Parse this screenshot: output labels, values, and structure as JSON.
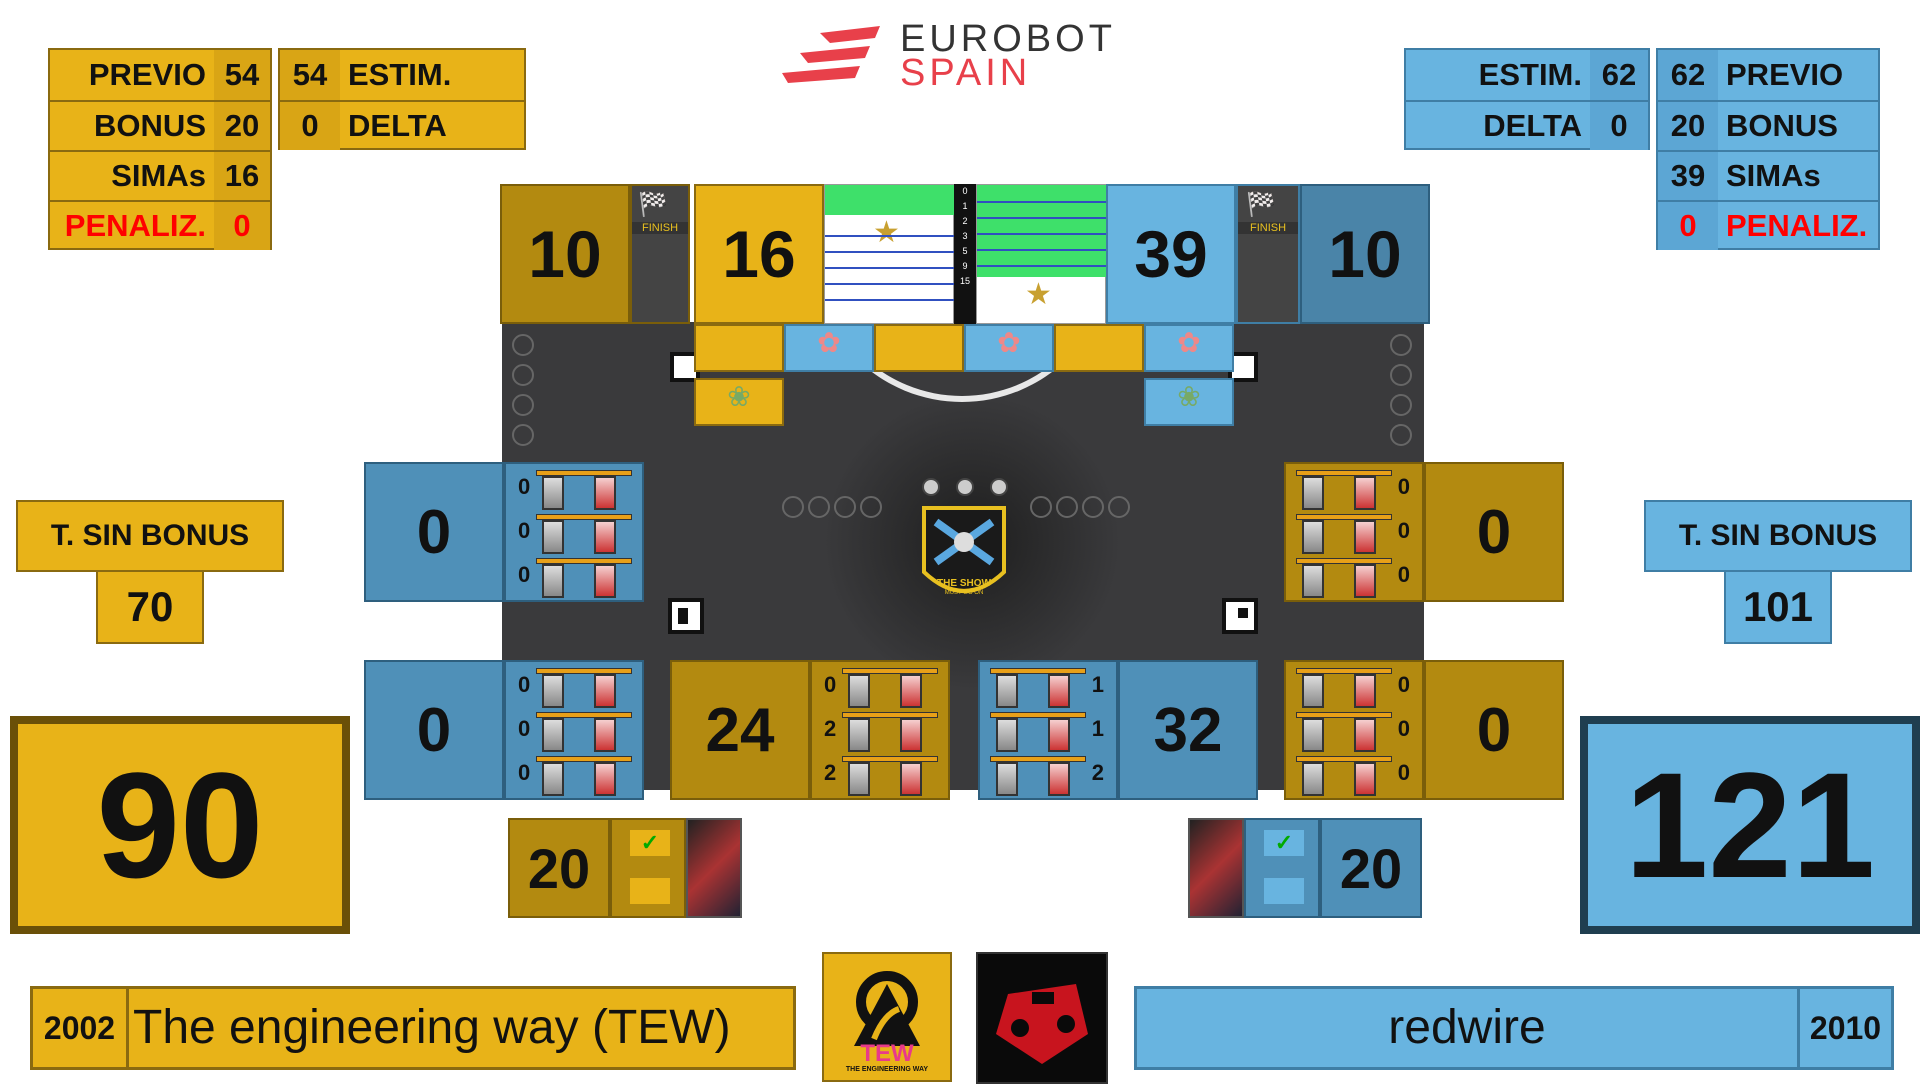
{
  "logo": {
    "line1": "EUROBOT",
    "line2": "SPAIN"
  },
  "yellow": {
    "previo_label": "PREVIO",
    "previo": "54",
    "estim": "54",
    "estim_label": "ESTIM.",
    "bonus_label": "BONUS",
    "bonus": "20",
    "delta": "0",
    "delta_label": "DELTA",
    "simas_label": "SIMAs",
    "simas": "16",
    "penaliz_label": "PENALIZ.",
    "penaliz": "0",
    "sin_bonus_label": "T. SIN BONUS",
    "sin_bonus": "70",
    "total": "90",
    "finish_score": "10",
    "finish_label": "FINISH",
    "simas_score": "16",
    "zone_left_top": "0",
    "zone_left_bottom": "0",
    "zone_center": "24",
    "zone_right_top": "0",
    "zone_right_bottom": "0",
    "banner_score": "20",
    "banner_check": "✓",
    "team_year": "2002",
    "team_name": "The engineering way (TEW)",
    "team_logo_text": "TEW",
    "team_logo_sub": "THE ENGINEERING WAY",
    "racks_left_top": [
      "0",
      "0",
      "0"
    ],
    "racks_left_bottom": [
      "0",
      "0",
      "0"
    ],
    "racks_center": [
      "0",
      "2",
      "2"
    ]
  },
  "blue": {
    "estim_label": "ESTIM.",
    "estim": "62",
    "previo": "62",
    "previo_label": "PREVIO",
    "delta_label": "DELTA",
    "delta": "0",
    "bonus": "20",
    "bonus_label": "BONUS",
    "simas": "39",
    "simas_label": "SIMAs",
    "penaliz": "0",
    "penaliz_label": "PENALIZ.",
    "sin_bonus_label": "T. SIN BONUS",
    "sin_bonus": "101",
    "total": "121",
    "finish_score": "10",
    "finish_label": "FINISH",
    "simas_score": "39",
    "zone_right_top": "0",
    "zone_right_bottom": "0",
    "zone_center": "32",
    "banner_score": "20",
    "banner_check": "✓",
    "team_year": "2010",
    "team_name": "redwire",
    "racks_right_top": [
      "0",
      "0",
      "0"
    ],
    "racks_right_bottom": [
      "0",
      "0",
      "0"
    ],
    "racks_center": [
      "1",
      "1",
      "2"
    ]
  },
  "ladder": [
    "0",
    "1",
    "2",
    "3",
    "5",
    "9",
    "15"
  ],
  "center_logo": {
    "line1": "THE SHOW",
    "line2": "MUST GO ON"
  },
  "colors": {
    "yellow": "#e8b318",
    "yellow_dark": "#b38a10",
    "blue": "#68b4e0",
    "blue_dark": "#4f90b8",
    "field": "#3a3a3c",
    "penalty": "#ff0000"
  }
}
